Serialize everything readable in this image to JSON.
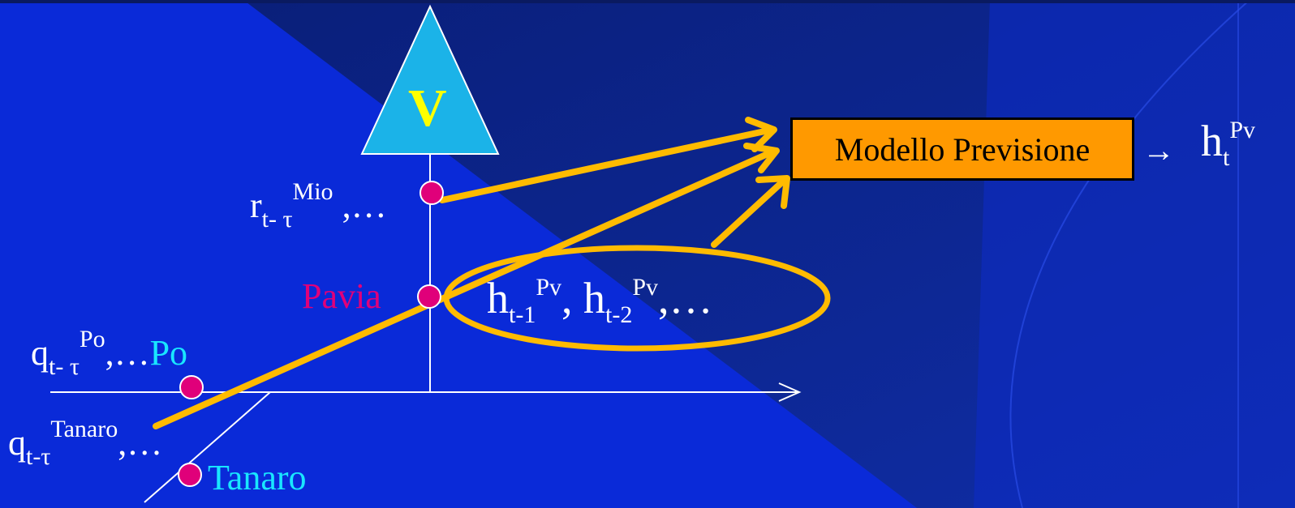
{
  "colors": {
    "background": "#0a2ad8",
    "arrow": "#ffbb00",
    "node": "#e0007a",
    "reservoir": "#1bb3e8",
    "model_box": "#ff9900",
    "station_pink": "#e0007a",
    "station_cyan": "#19e6ff",
    "v_letter": "#ffff00"
  },
  "reservoir": {
    "letter": "V"
  },
  "rain": {
    "base": "r",
    "sub": "t- τ",
    "sup": "Mio",
    "tail": " ,…"
  },
  "pavia": {
    "name": "Pavia"
  },
  "h_series": {
    "h1_base": "h",
    "h1_sub": "t-1",
    "h1_sup": "Pv",
    "sep": ", ",
    "h2_base": "h",
    "h2_sub": "t-2",
    "h2_sup": "Pv",
    "tail": ",…"
  },
  "po": {
    "base": "q",
    "sub": "t- τ",
    "sup": "Po",
    "tail": ",…",
    "name": "Po"
  },
  "tanaro": {
    "base": "q",
    "sub": "t-τ",
    "sup": "Tanaro",
    "tail": ",…",
    "name": "Tanaro"
  },
  "model": {
    "label": "Modello Previsione",
    "arrow": "→"
  },
  "output": {
    "base": "h",
    "sub": "t",
    "sup": "Pv"
  }
}
